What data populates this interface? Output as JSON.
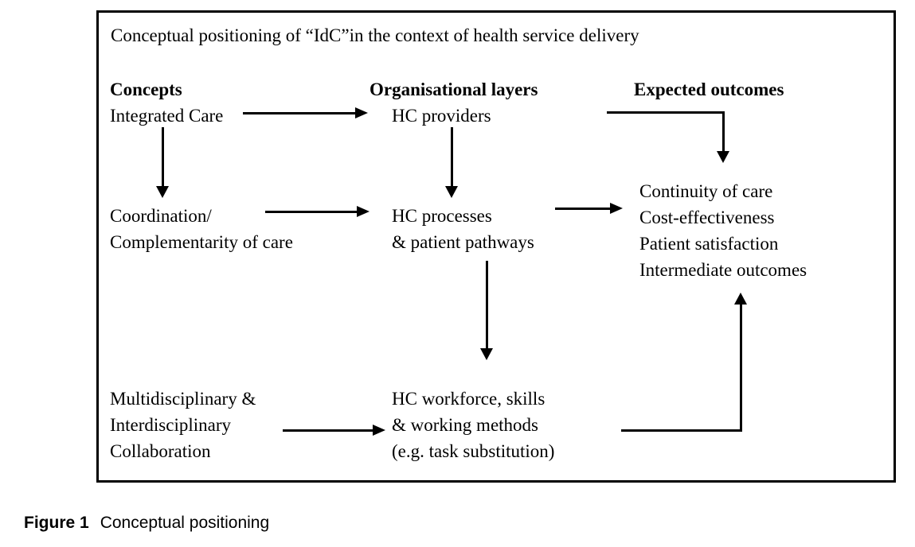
{
  "figure": {
    "title": "Conceptual positioning of “IdC”in the context of health service delivery",
    "columns": {
      "concepts": "Concepts",
      "organisational_layers": "Organisational layers",
      "expected_outcomes": "Expected outcomes"
    },
    "nodes": {
      "integrated_care": [
        "Integrated Care"
      ],
      "coordination": [
        "Coordination/",
        "Complementarity of care"
      ],
      "multidisciplinary": [
        "Multidisciplinary &",
        "Interdisciplinary",
        "Collaboration"
      ],
      "hc_providers": [
        "HC providers"
      ],
      "hc_processes": [
        "HC processes",
        "& patient pathways"
      ],
      "hc_workforce": [
        "HC workforce, skills",
        "& working methods",
        "(e.g. task substitution)"
      ],
      "outcomes": [
        "Continuity of care",
        "Cost-effectiveness",
        "Patient satisfaction",
        "Intermediate outcomes"
      ]
    },
    "colors": {
      "line": "#000000",
      "background": "#ffffff"
    }
  },
  "caption": {
    "label": "Figure 1",
    "text": "Conceptual positioning"
  }
}
